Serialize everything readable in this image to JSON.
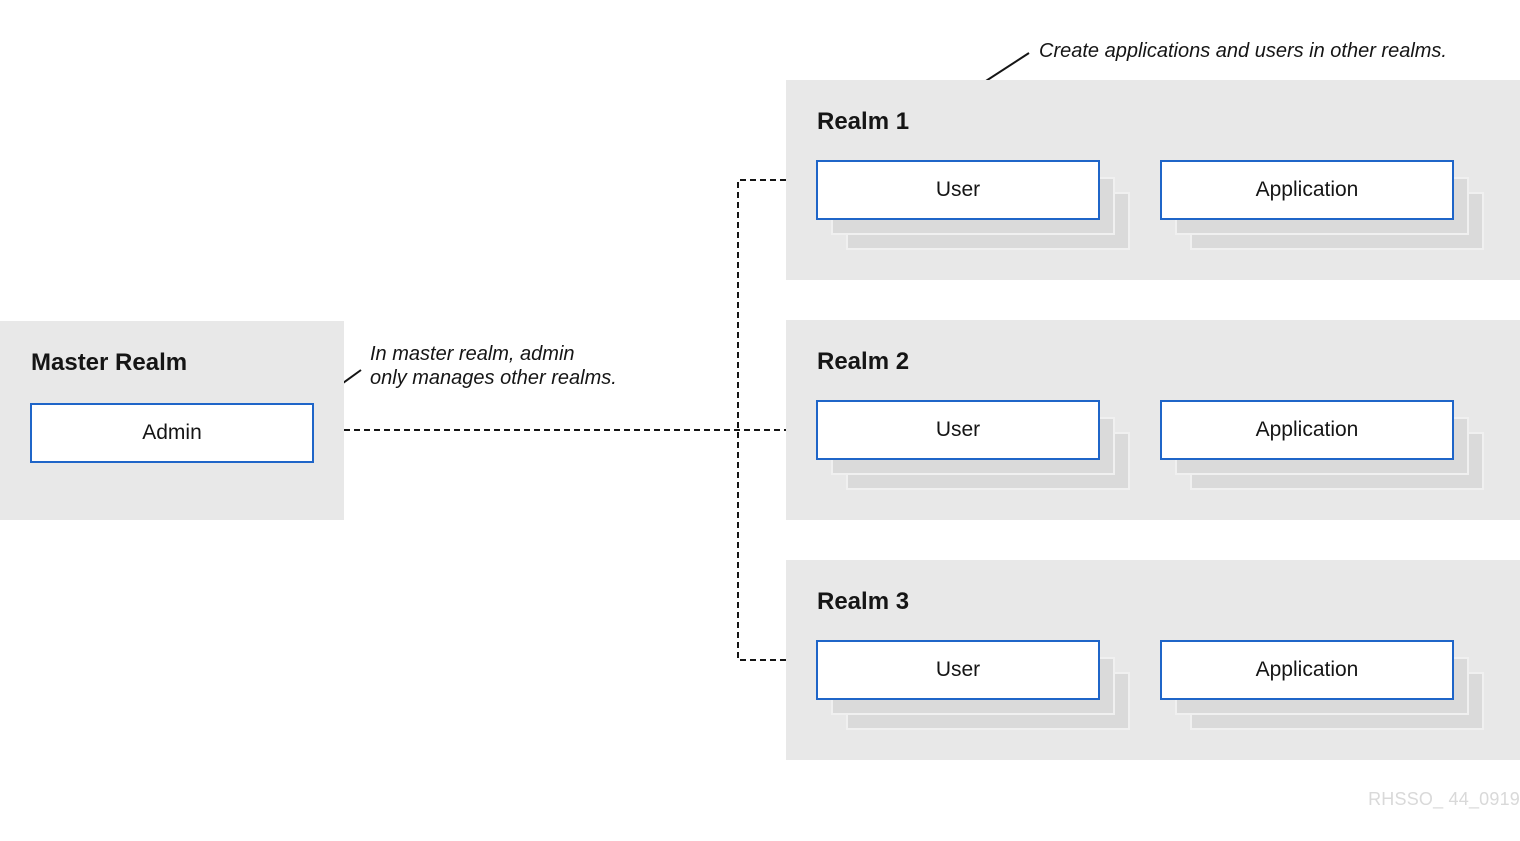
{
  "master_realm": {
    "title": "Master Realm",
    "node": "Admin",
    "note_line1": "In master realm, admin",
    "note_line2": "only manages other realms."
  },
  "realms": [
    {
      "title": "Realm 1",
      "user": "User",
      "application": "Application"
    },
    {
      "title": "Realm 2",
      "user": "User",
      "application": "Application"
    },
    {
      "title": "Realm 3",
      "user": "User",
      "application": "Application"
    }
  ],
  "top_note": "Create applications and users in other realms.",
  "watermark": "RHSSO_ 44_0919",
  "colors": {
    "panel": "#e8e8e8",
    "node_border": "#1f65c8",
    "connector": "#151515"
  }
}
